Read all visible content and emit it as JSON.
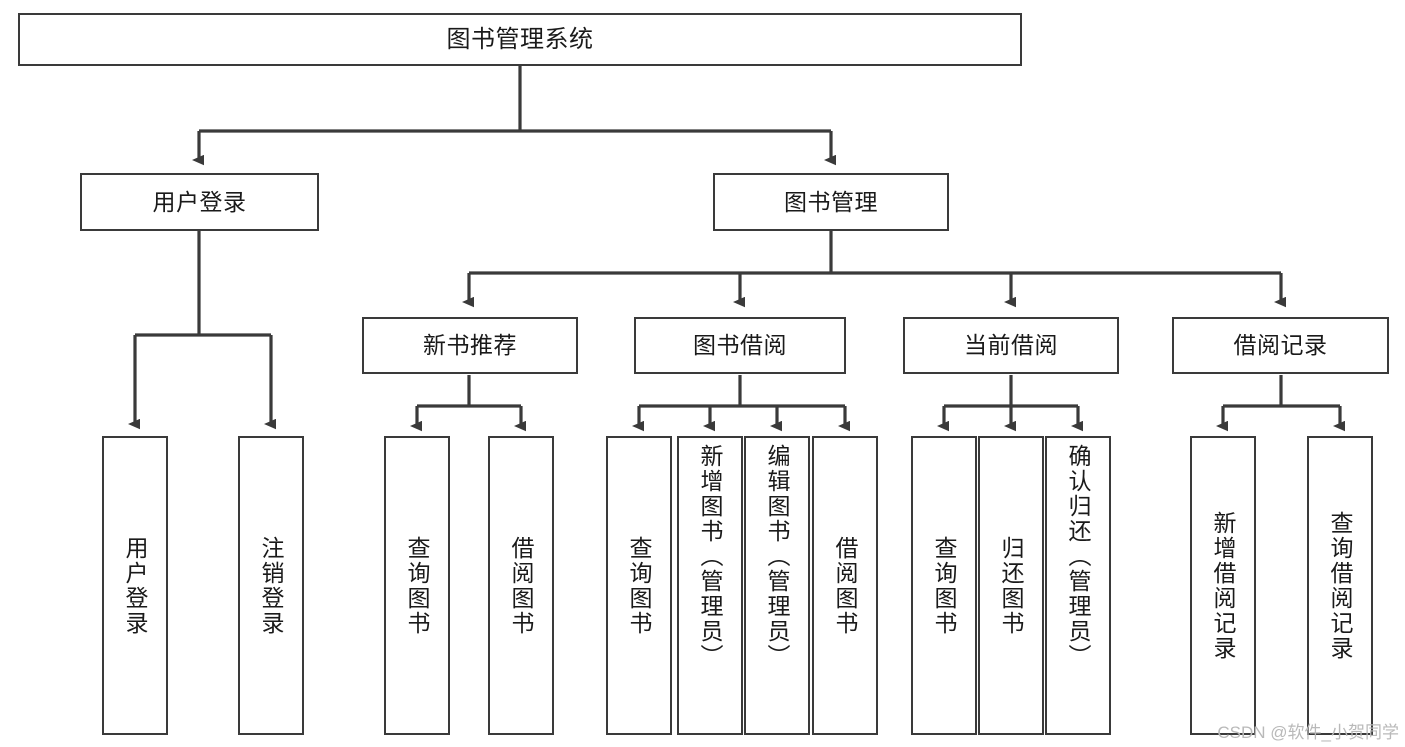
{
  "diagram": {
    "title": "图书管理系统",
    "type": "tree-hierarchy",
    "watermark": "CSDN @软件_小贺同学",
    "colors": {
      "background": "#ffffff",
      "box_border": "#3a3a3a",
      "box_fill": "#ffffff",
      "text": "#1a1a1a",
      "edge": "#3a3a3a",
      "watermark": "#b9b9b9"
    },
    "nodes": {
      "root": {
        "label": "图书管理系统"
      },
      "level1": [
        {
          "id": "user-login",
          "label": "用户登录"
        },
        {
          "id": "book-manage",
          "label": "图书管理"
        }
      ],
      "level2": [
        {
          "id": "new-book-recommend",
          "label": "新书推荐"
        },
        {
          "id": "book-borrow",
          "label": "图书借阅"
        },
        {
          "id": "current-borrow",
          "label": "当前借阅"
        },
        {
          "id": "borrow-record",
          "label": "借阅记录"
        }
      ],
      "leaves": {
        "user_login": [
          {
            "id": "leaf-user-login",
            "label": "用户登录"
          },
          {
            "id": "leaf-logout",
            "label": "注销登录"
          }
        ],
        "new_book_recommend": [
          {
            "id": "leaf-query-book-1",
            "label": "查询图书"
          },
          {
            "id": "leaf-borrow-book-1",
            "label": "借阅图书"
          }
        ],
        "book_borrow": [
          {
            "id": "leaf-query-book-2",
            "label": "查询图书"
          },
          {
            "id": "leaf-add-book",
            "label": "新增图书（管理员）"
          },
          {
            "id": "leaf-edit-book",
            "label": "编辑图书（管理员）"
          },
          {
            "id": "leaf-borrow-book-2",
            "label": "借阅图书"
          }
        ],
        "current_borrow": [
          {
            "id": "leaf-query-book-3",
            "label": "查询图书"
          },
          {
            "id": "leaf-return-book",
            "label": "归还图书"
          },
          {
            "id": "leaf-confirm-return",
            "label": "确认归还（管理员）"
          }
        ],
        "borrow_record": [
          {
            "id": "leaf-add-record",
            "label": "新增借阅记录"
          },
          {
            "id": "leaf-query-record",
            "label": "查询借阅记录"
          }
        ]
      }
    }
  }
}
